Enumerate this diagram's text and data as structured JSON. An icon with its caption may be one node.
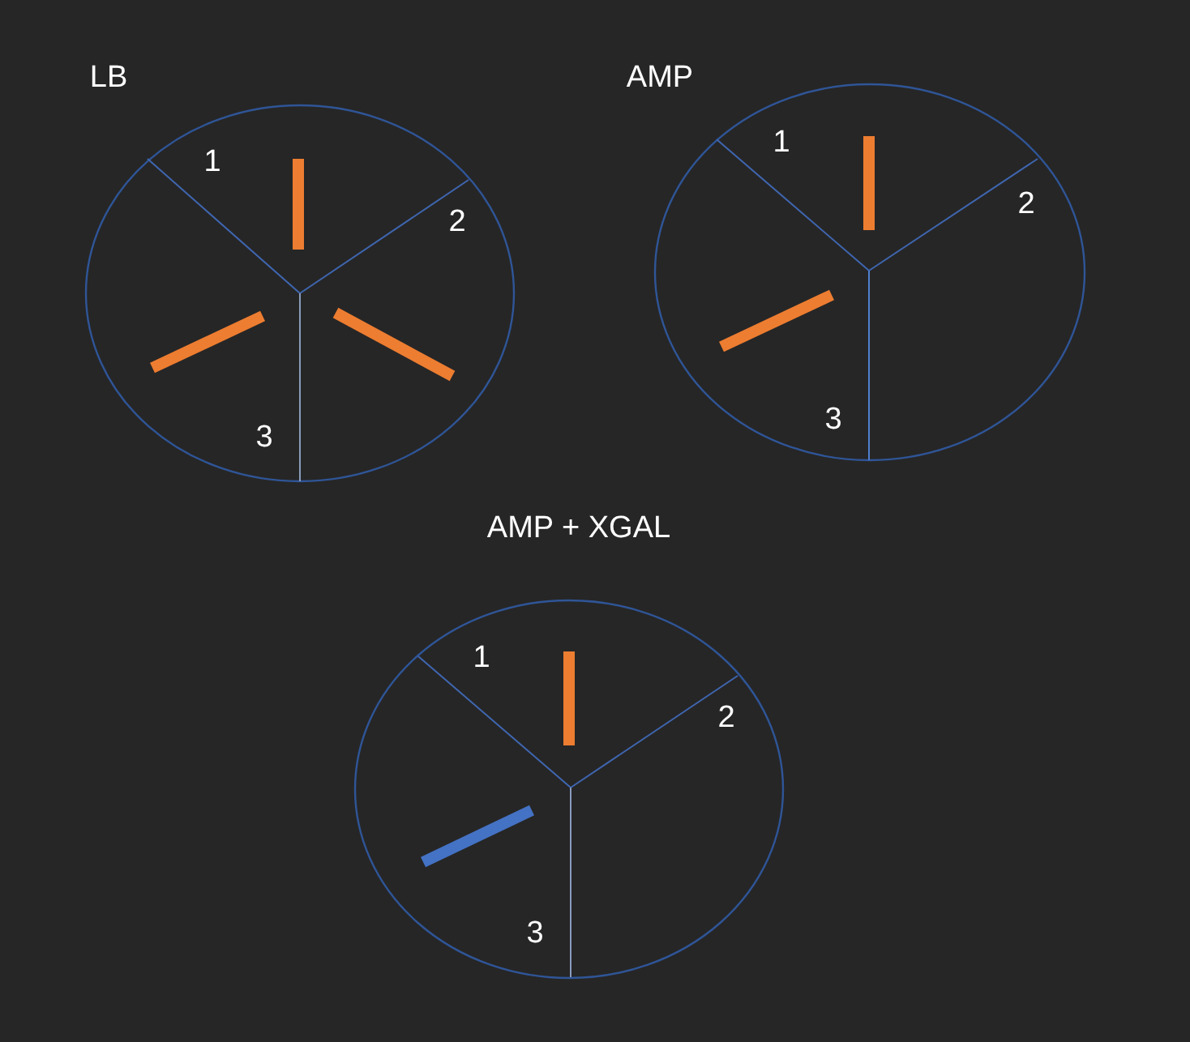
{
  "diagram": {
    "nodes": [
      {
        "text": [
          "LB",
          "1",
          "2",
          "3"
        ]
      },
      {
        "text": [
          "AMP",
          "1",
          "2",
          "3"
        ]
      },
      {
        "text": [
          "AMP + XGAL",
          "1",
          "2",
          "3"
        ]
      }
    ]
  }
}
